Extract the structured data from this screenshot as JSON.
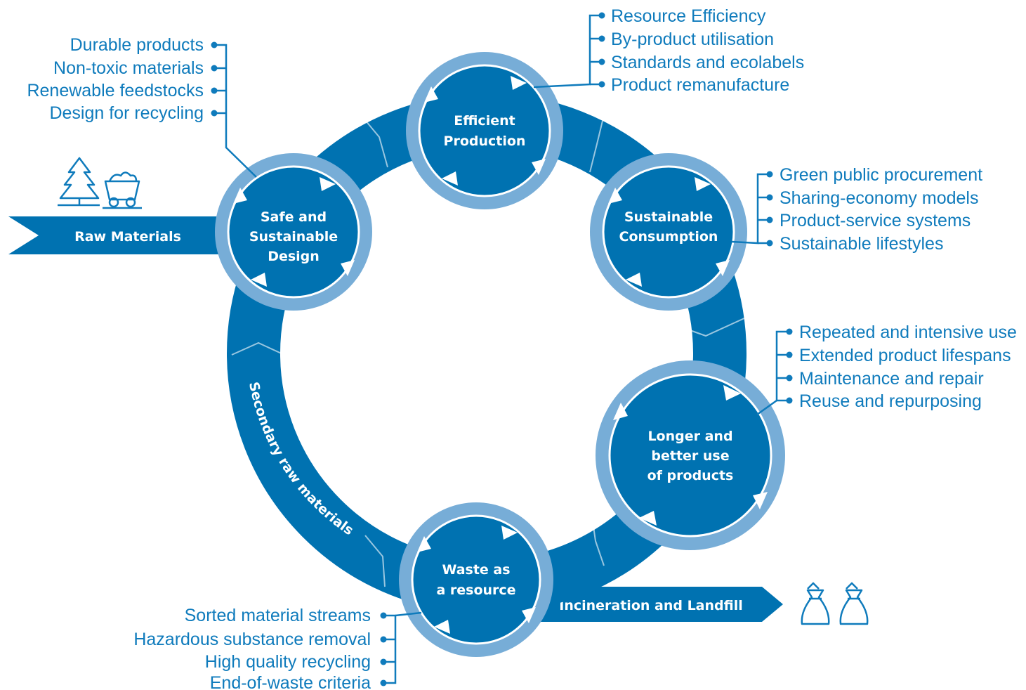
{
  "colors": {
    "primary": "#0072b1",
    "light_ring": "#77add7",
    "text": "#0f7bbc",
    "white": "#ffffff"
  },
  "nodes": {
    "design": [
      "Safe and",
      "Sustainable",
      "Design"
    ],
    "production": [
      "Efficient",
      "Production"
    ],
    "consumption": [
      "Sustainable",
      "Consumption"
    ],
    "longer_use": [
      "Longer and",
      "better use",
      "of products"
    ],
    "waste": [
      "Waste as",
      "a resource"
    ]
  },
  "flows": {
    "raw_materials": "Raw Materials",
    "incineration": "Incineration and Landfill",
    "secondary": "Secondary raw materials"
  },
  "lists": {
    "design": [
      "Durable products",
      "Non-toxic materials",
      "Renewable feedstocks",
      "Design for recycling"
    ],
    "production": [
      "Resource Efficiency",
      "By-product utilisation",
      "Standards and ecolabels",
      "Product remanufacture"
    ],
    "consumption": [
      "Green public procurement",
      "Sharing-economy models",
      "Product-service systems",
      "Sustainable lifestyles"
    ],
    "longer_use": [
      "Repeated and intensive use",
      "Extended product lifespans",
      "Maintenance and repair",
      "Reuse and repurposing"
    ],
    "waste": [
      "Sorted material streams",
      "Hazardous substance removal",
      "High quality recycling",
      "End-of-waste criteria"
    ]
  },
  "icons": [
    "tree-icon",
    "mine-cart-icon",
    "waste-bag-icon"
  ]
}
